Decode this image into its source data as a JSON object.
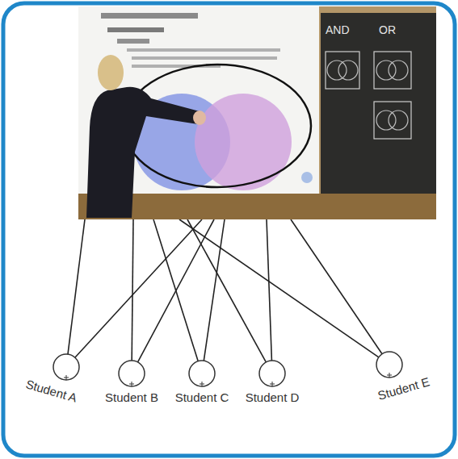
{
  "diagram": {
    "nodes": [
      {
        "text": [
          "AND",
          "OR"
        ]
      },
      {
        "text": [
          "Student A"
        ]
      },
      {
        "text": [
          "Student B"
        ]
      },
      {
        "text": [
          "Student C"
        ]
      },
      {
        "text": [
          "Student D"
        ]
      },
      {
        "text": [
          "Student E"
        ]
      }
    ],
    "edges": [
      {
        "from": 0,
        "to": 1,
        "arrow": "none"
      },
      {
        "from": 0,
        "to": 1,
        "arrow": "none"
      },
      {
        "from": 0,
        "to": 2,
        "arrow": "none"
      },
      {
        "from": 0,
        "to": 2,
        "arrow": "none"
      },
      {
        "from": 0,
        "to": 3,
        "arrow": "none"
      },
      {
        "from": 0,
        "to": 3,
        "arrow": "none"
      },
      {
        "from": 0,
        "to": 4,
        "arrow": "none"
      },
      {
        "from": 0,
        "to": 4,
        "arrow": "none"
      },
      {
        "from": 0,
        "to": 5,
        "arrow": "none"
      },
      {
        "from": 0,
        "to": 5,
        "arrow": "none"
      }
    ]
  }
}
